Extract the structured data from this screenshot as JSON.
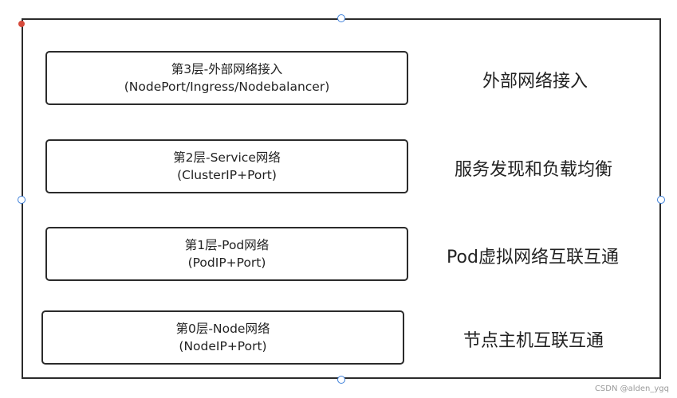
{
  "layers": [
    {
      "title": "第3层-外部网络接入",
      "detail": "(NodePort/Ingress/Nodebalancer)",
      "description": "外部网络接入"
    },
    {
      "title": "第2层-Service网络",
      "detail": "(ClusterIP+Port)",
      "description": "服务发现和负载均衡"
    },
    {
      "title": "第1层-Pod网络",
      "detail": "(PodIP+Port)",
      "description": "Pod虚拟网络互联互通"
    },
    {
      "title": "第0层-Node网络",
      "detail": "(NodeIP+Port)",
      "description": "节点主机互联互通"
    }
  ],
  "watermark": "CSDN @alden_ygq",
  "colors": {
    "border": "#2b2b2b",
    "selection_handle": "#3d7fd9",
    "anchor_dot": "#d64a3b",
    "watermark": "#9a9a9a"
  }
}
